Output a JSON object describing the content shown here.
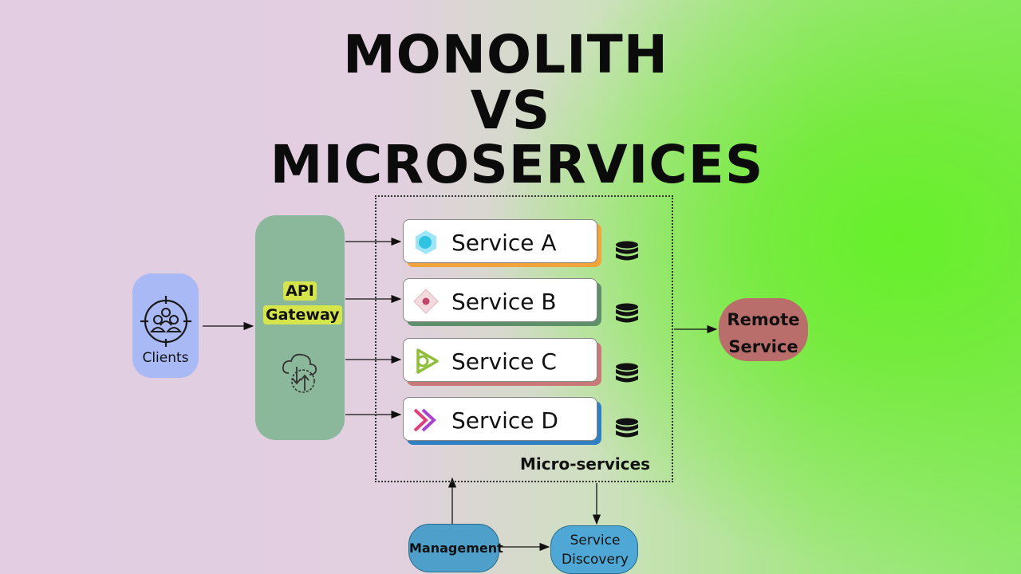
{
  "title": {
    "line1": "MONOLITH",
    "line2": "VS",
    "line3": "MICROSERVICES"
  },
  "diagram": {
    "clients": {
      "label": "Clients",
      "icon": "users-target-icon"
    },
    "gateway": {
      "label_line1": "API",
      "label_line2": "Gateway",
      "icon": "cloud-sync-icon",
      "label_highlight": "#d6e64a"
    },
    "microservices_label": "Micro-services",
    "services": [
      {
        "label": "Service A",
        "icon": "hexagon-dot-icon",
        "accent": "#f2a33a"
      },
      {
        "label": "Service B",
        "icon": "diamond-dot-icon",
        "accent": "#5e8f6a"
      },
      {
        "label": "Service C",
        "icon": "play-circle-icon",
        "accent": "#c97a78"
      },
      {
        "label": "Service D",
        "icon": "double-chevron-icon",
        "accent": "#2f7fc4"
      }
    ],
    "database_icon": "database-icon",
    "remote_service": {
      "label_line1": "Remote",
      "label_line2": "Service"
    },
    "management": {
      "label": "Management"
    },
    "service_discovery": {
      "label_line1": "Service",
      "label_line2": "Discovery"
    }
  },
  "colors": {
    "clients_bg": "#a9b9f6",
    "gateway_bg": "#8bb79a",
    "remote_bg": "#b96e6c",
    "management_bg": "#4e9fc9",
    "discovery_bg": "#4ea7d4"
  }
}
